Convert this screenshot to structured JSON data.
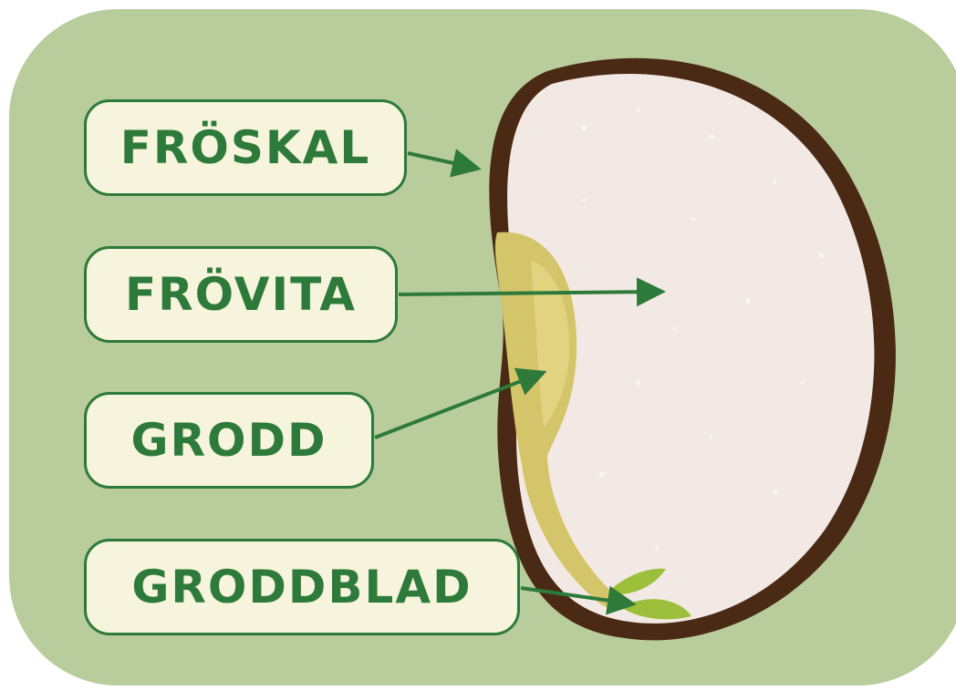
{
  "labels": {
    "seed_coat": "FRÖSKAL",
    "endosperm": "FRÖVITA",
    "embryo": "GRODD",
    "cotyledon": "GRODDBLAD"
  },
  "colors": {
    "background": "#b9cc9c",
    "label_fill": "#f6f4dc",
    "label_border": "#2d7a3a",
    "label_text": "#2d7a3a",
    "seed_coat": "#4a2a14",
    "endosperm": "#f3e9e4",
    "embryo": "#d4c56a",
    "cotyledon": "#9bbf3a",
    "arrow": "#2d7a3a"
  }
}
